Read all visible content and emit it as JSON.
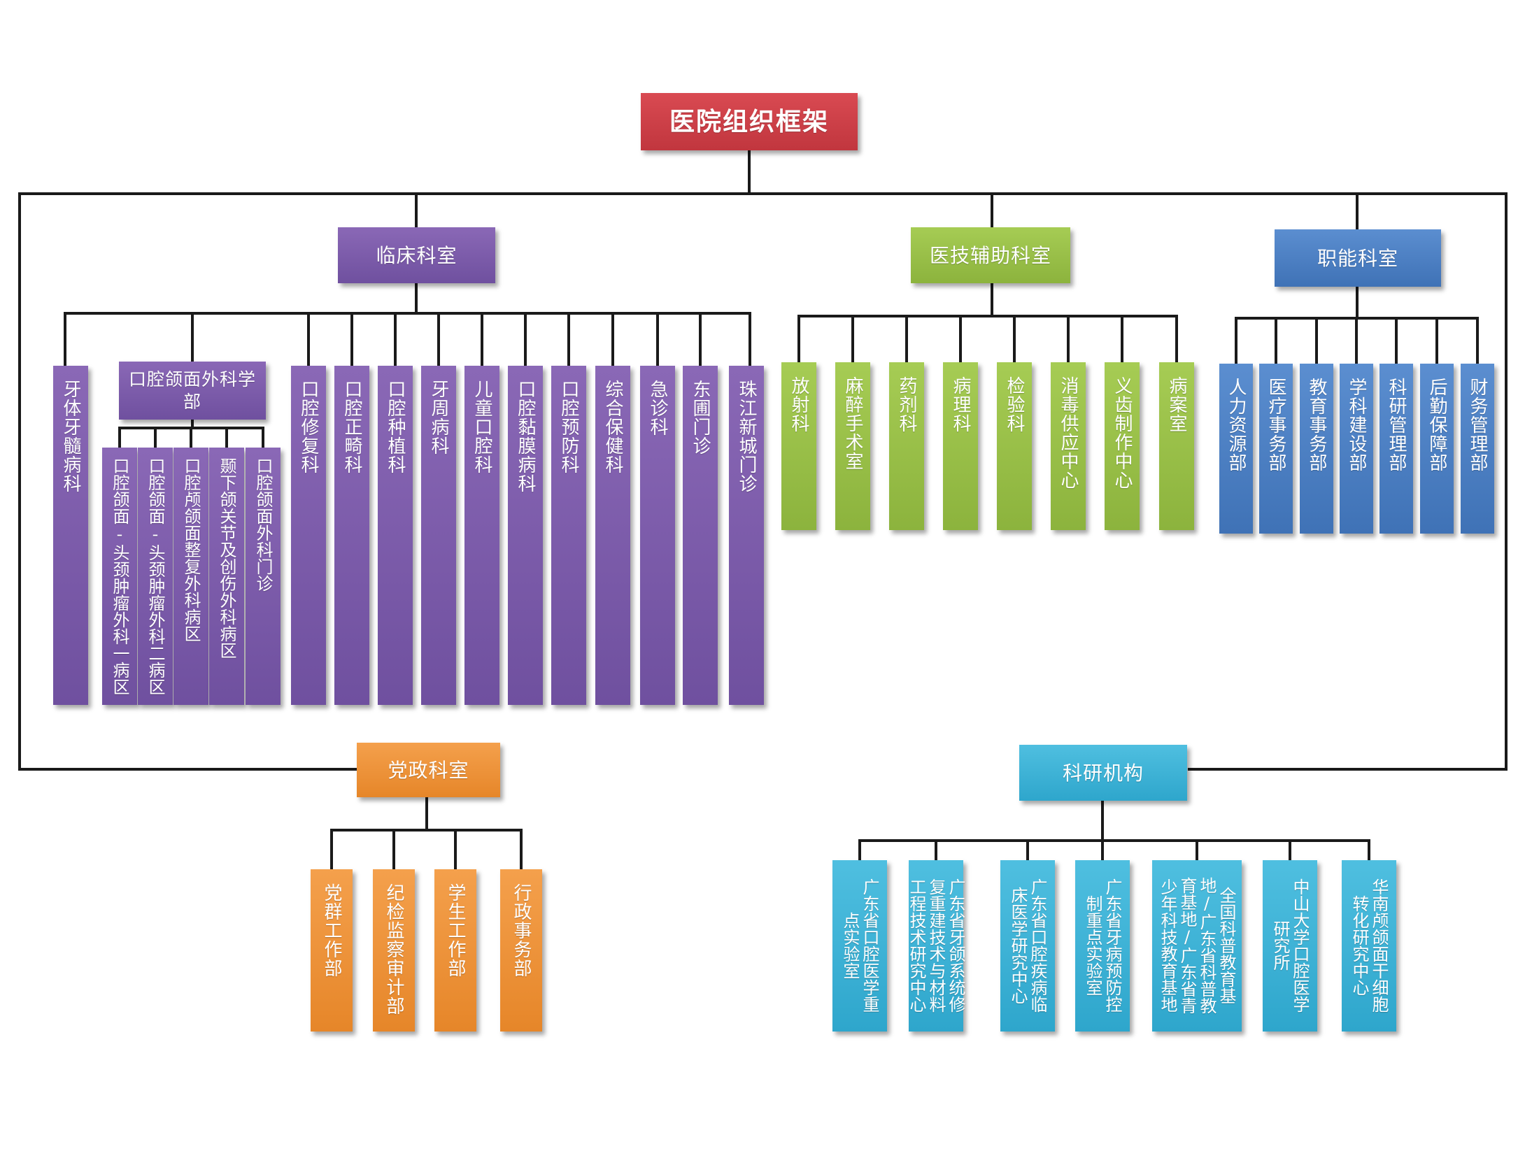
{
  "title": "医院组织框架",
  "colors": {
    "root": "#c9393f",
    "clinical": "#7b5ba9",
    "medtech": "#98c044",
    "functional": "#4a7ec3",
    "party": "#ec8f33",
    "research": "#38b1d6",
    "line": "#1a1a1a"
  },
  "categories": {
    "clinical": "临床科室",
    "medtech": "医技辅助科室",
    "functional": "职能科室",
    "party": "党政科室",
    "research": "科研机构"
  },
  "clinical": {
    "endo": "牙体牙髓病科",
    "oms_group": "口腔颌面外科学部",
    "oms_units": [
      "口腔颌面-头颈肿瘤外科一病区",
      "口腔颌面-头颈肿瘤外科二病区",
      "口腔颅颌面整复外科病区",
      "颞下颌关节及创伤外科病区",
      "口腔颌面外科门诊"
    ],
    "others": [
      "口腔修复科",
      "口腔正畸科",
      "口腔种植科",
      "牙周病科",
      "儿童口腔科",
      "口腔黏膜病科",
      "口腔预防科",
      "综合保健科",
      "急诊科",
      "东圃门诊",
      "珠江新城门诊"
    ]
  },
  "medtech": [
    "放射科",
    "麻醉手术室",
    "药剂科",
    "病理科",
    "检验科",
    "消毒供应中心",
    "义齿制作中心",
    "病案室"
  ],
  "functional": [
    "人力资源部",
    "医疗事务部",
    "教育事务部",
    "学科建设部",
    "科研管理部",
    "后勤保障部",
    "财务管理部"
  ],
  "party": [
    "党群工作部",
    "纪检监察审计部",
    "学生工作部",
    "行政事务部"
  ],
  "research": [
    "广东省口腔医学重点实验室",
    "广东省牙颌系统修复重建技术与材料工程技术研究中心",
    "广东省口腔疾病临床医学研究中心",
    "广东省牙病预防控制重点实验室",
    "全国科普教育基地/广东省科普教育基地/广东省青少年科技教育基地",
    "中山大学口腔医学研究所",
    "华南颅颌面干细胞转化研究中心"
  ]
}
